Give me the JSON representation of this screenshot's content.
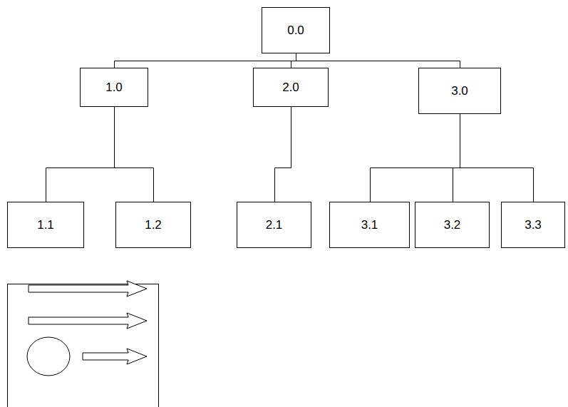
{
  "diagram": {
    "nodes": [
      {
        "text": [
          "0.0"
        ]
      },
      {
        "text": [
          "1.0"
        ]
      },
      {
        "text": [
          "2.0"
        ]
      },
      {
        "text": [
          "3.0"
        ]
      },
      {
        "text": [
          "1.1"
        ]
      },
      {
        "text": [
          "1.2"
        ]
      },
      {
        "text": [
          "2.1"
        ]
      },
      {
        "text": [
          "3.1"
        ]
      },
      {
        "text": [
          "3.2"
        ]
      },
      {
        "text": [
          "3.3"
        ]
      }
    ],
    "edges": [
      {
        "from": 0,
        "to": 1,
        "arrow": "none"
      },
      {
        "from": 0,
        "to": 2,
        "arrow": "none"
      },
      {
        "from": 0,
        "to": 3,
        "arrow": "none"
      },
      {
        "from": 1,
        "to": 4,
        "arrow": "none"
      },
      {
        "from": 1,
        "to": 5,
        "arrow": "none"
      },
      {
        "from": 2,
        "to": 6,
        "arrow": "none"
      },
      {
        "from": 3,
        "to": 7,
        "arrow": "none"
      },
      {
        "from": 3,
        "to": 8,
        "arrow": "none"
      },
      {
        "from": 3,
        "to": 9,
        "arrow": "none"
      }
    ]
  }
}
